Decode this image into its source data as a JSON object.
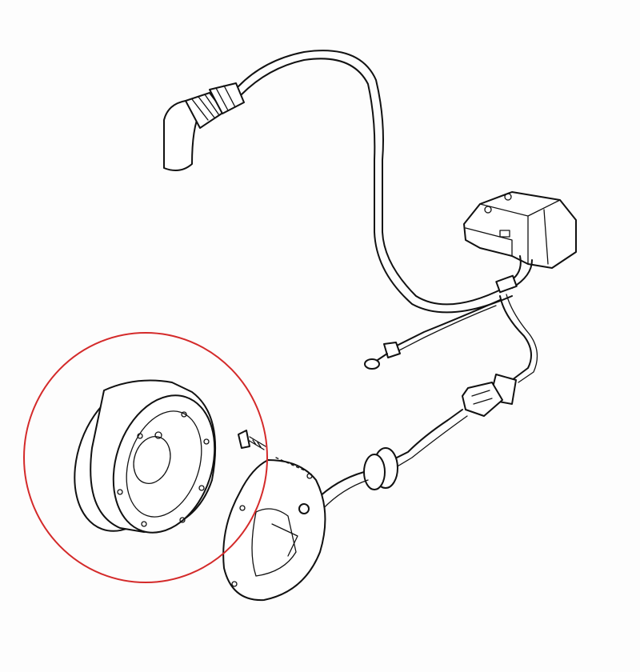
{
  "diagram": {
    "type": "exploded-parts-line-drawing",
    "parts": [
      "spark-plug-cap",
      "high-tension-lead",
      "ignition-coil",
      "ground-terminal",
      "connector",
      "grommet",
      "stator-plate",
      "flywheel",
      "screw"
    ],
    "highlighted_part": "flywheel"
  },
  "colors": {
    "line": "#111111",
    "highlight": "#d42a2a",
    "background": "#fdfdfd"
  }
}
